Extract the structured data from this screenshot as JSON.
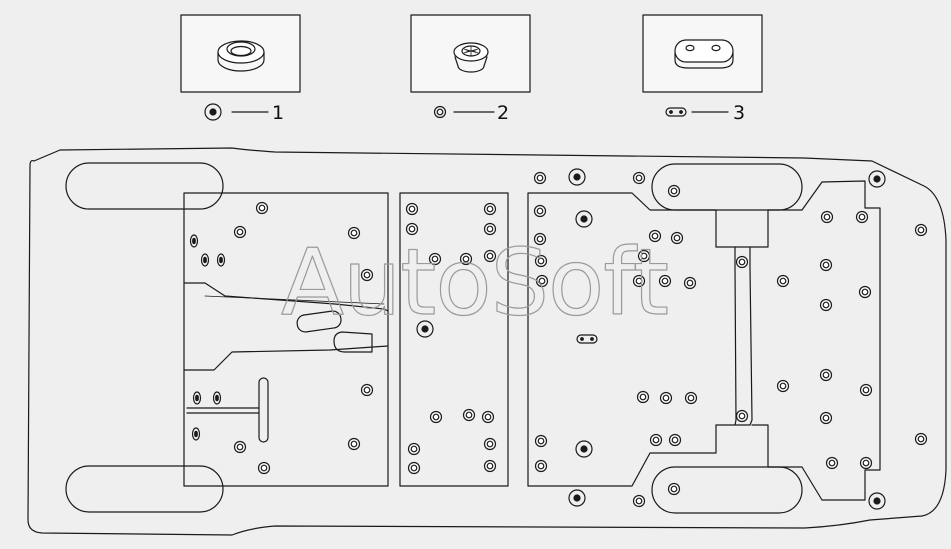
{
  "legend": [
    {
      "number": "1",
      "part_icon": "grommet-ring-icon",
      "symbol_icon": "large-plug-symbol-icon"
    },
    {
      "number": "2",
      "part_icon": "mesh-plug-icon",
      "symbol_icon": "small-plug-symbol-icon"
    },
    {
      "number": "3",
      "part_icon": "oval-plug-icon",
      "symbol_icon": "oval-plug-symbol-icon"
    }
  ],
  "watermark": "AutoSoft",
  "colors": {
    "background": "#efefef",
    "line": "#1a1a1a",
    "watermark": "#9a9a9a"
  }
}
